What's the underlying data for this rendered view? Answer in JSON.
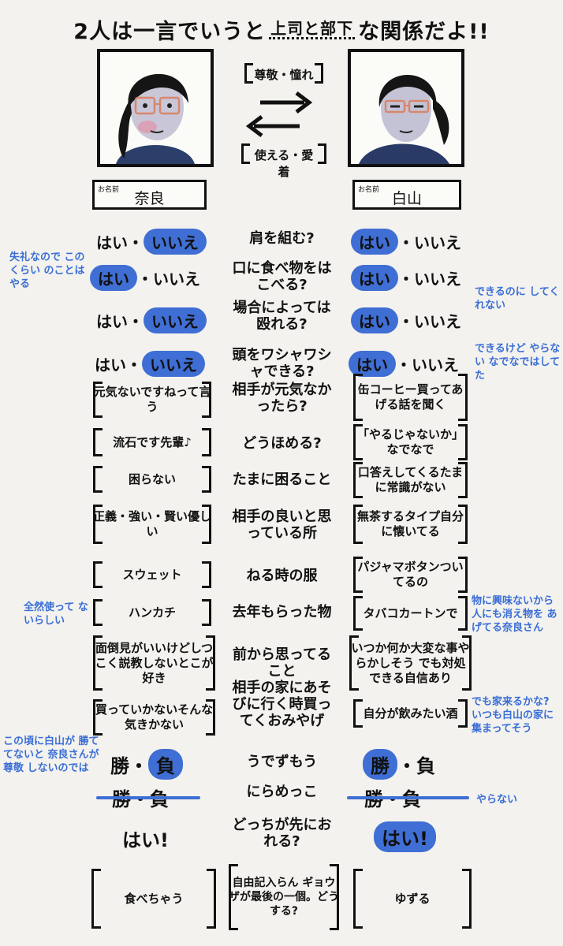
{
  "title": {
    "pre": "2人は一言でいうと",
    "relation": "上司と部下",
    "post": "な関係だよ!!"
  },
  "left": {
    "name_label": "お名前",
    "name": "奈良"
  },
  "right": {
    "name_label": "お名前",
    "name": "白山"
  },
  "mid_top": "尊敬・憧れ",
  "mid_bottom": "使える・愛着",
  "yes": "はい",
  "no": "いいえ",
  "dot": "・",
  "questions": {
    "q1": "肩を組む?",
    "q2": "口に食べ物をはこべる?",
    "q3": "場合によっては殴れる?",
    "q4": "頭をワシャワシャできる?",
    "q5": "相手が元気なかったら?",
    "q6": "どうほめる?",
    "q7": "たまに困ること",
    "q8": "相手の良いと思っている所",
    "q9": "ねる時の服",
    "q10": "去年もらった物",
    "q11": "前から思ってること",
    "q12": "相手の家にあそびに行く時買ってくおみやげ",
    "q13": "うでずもう",
    "q14": "にらめっこ",
    "q15": "どっちが先におれる?",
    "q16": "自由記入らん ギョウザが最後の一個。どうする?"
  },
  "answers_left": {
    "a5": "元気ないですねって言う",
    "a6": "流石です先輩♪",
    "a7": "困らない",
    "a8": "正義・強い・賢い優しい",
    "a9": "スウェット",
    "a10": "ハンカチ",
    "a11": "面倒見がいいけどしつこく説教しないとこが好き",
    "a12": "買っていかないそんな気きかない",
    "a16": "食べちゃう"
  },
  "answers_right": {
    "a5": "缶コーヒー買ってあげる話を聞く",
    "a6": "「やるじゃないか」なでなで",
    "a7": "口答えしてくるたまに常識がない",
    "a8": "無茶するタイプ自分に懐いてる",
    "a9": "パジャマボタンついてるの",
    "a10": "タバコカートンで",
    "a11": "いつか何か大変な事やらかしそう でも対処できる自信あり",
    "a12": "自分が飲みたい酒",
    "a16": "ゆずる"
  },
  "win": "勝",
  "lose": "負",
  "hai_exclaim": "はい!",
  "notes": {
    "n1": "失礼なので このくらい のことはやる",
    "n2": "できるのに してくれない",
    "n3": "できるけど やらない なでなではしてた",
    "n4": "全然使って ないらしい",
    "n5": "物に興味ないから 人にも消え物を あげてる奈良さん",
    "n6": "でも家来るかな? いつも白山の家に 集まってそう",
    "n7": "この頃に白山が 勝ててないと 奈良さんが尊敬 しないのでは",
    "n8": "やらない"
  },
  "colors": {
    "accent": "#3f6ed4",
    "ink": "#111111",
    "paper": "#f3f2ee"
  }
}
